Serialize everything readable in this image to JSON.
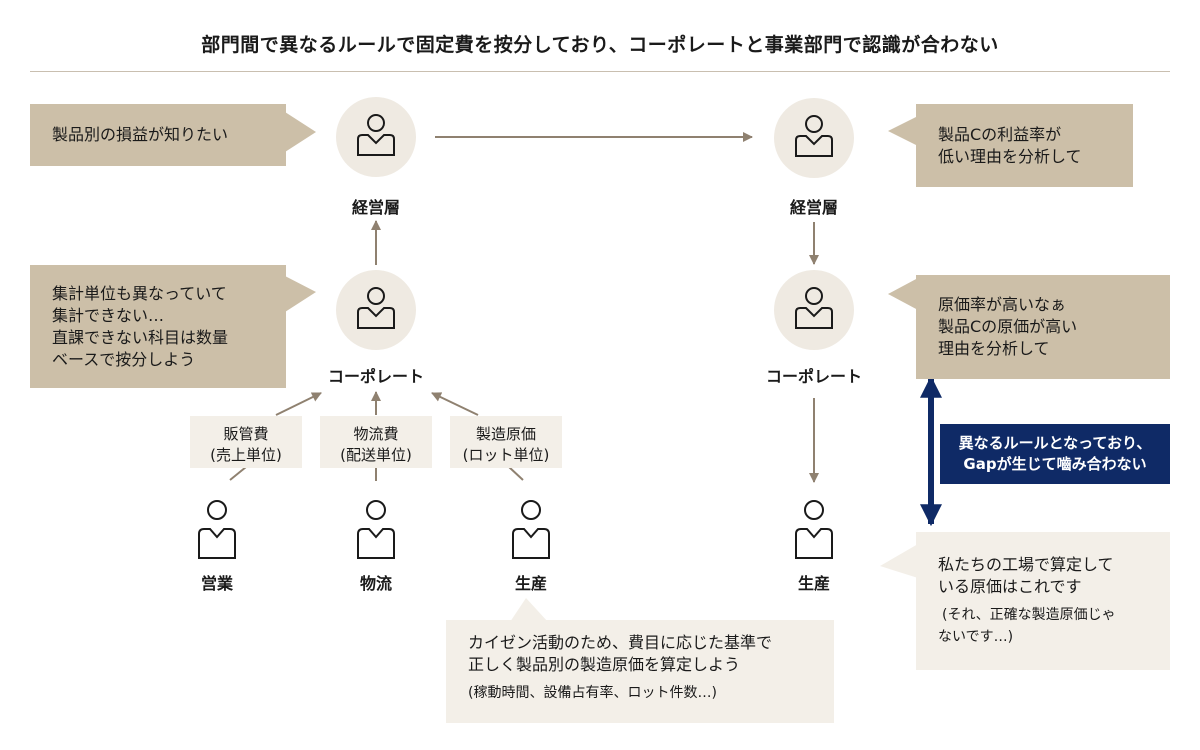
{
  "title": "部門間で異なるルールで固定費を按分しており、コーポレートと事業部門で認識が合わない",
  "left": {
    "management_label": "経営層",
    "management_bubble": [
      "製品別の損益が知りたい"
    ],
    "corporate_label": "コーポレート",
    "corporate_bubble": [
      "集計単位も異なっていて",
      "集計できない…",
      "直課できない科目は数量",
      "ベースで按分しよう"
    ],
    "costs": [
      {
        "name": "販管費",
        "basis": "(売上単位)"
      },
      {
        "name": "物流費",
        "basis": "(配送単位)"
      },
      {
        "name": "製造原価",
        "basis": "(ロット単位)"
      }
    ],
    "departments": [
      "営業",
      "物流",
      "生産"
    ],
    "production_bubble": [
      "カイゼン活動のため、費目に応じた基準で",
      "正しく製品別の製造原価を算定しよう",
      "(稼動時間、設備占有率、ロット件数…)"
    ]
  },
  "right": {
    "management_label": "経営層",
    "management_bubble": [
      "製品Cの利益率が",
      "低い理由を分析して"
    ],
    "corporate_label": "コーポレート",
    "corporate_bubble": [
      "原価率が高いなぁ",
      "製品Cの原価が高い",
      "理由を分析して"
    ],
    "gap_box": [
      "異なるルールとなっており、",
      "Gapが生じて嚙み合わない"
    ],
    "production_label": "生産",
    "production_bubble": [
      "私たちの工場で算定して",
      "いる原価はこれです",
      "(それ、正確な製造原価じゃ",
      "ないです…)"
    ]
  },
  "colors": {
    "bubble_dark": "#ccbfa8",
    "bubble_light": "#f3efe8",
    "arrow": "#8f8170",
    "accent_navy": "#0f2a66"
  },
  "icons": {
    "person": "person-icon"
  }
}
